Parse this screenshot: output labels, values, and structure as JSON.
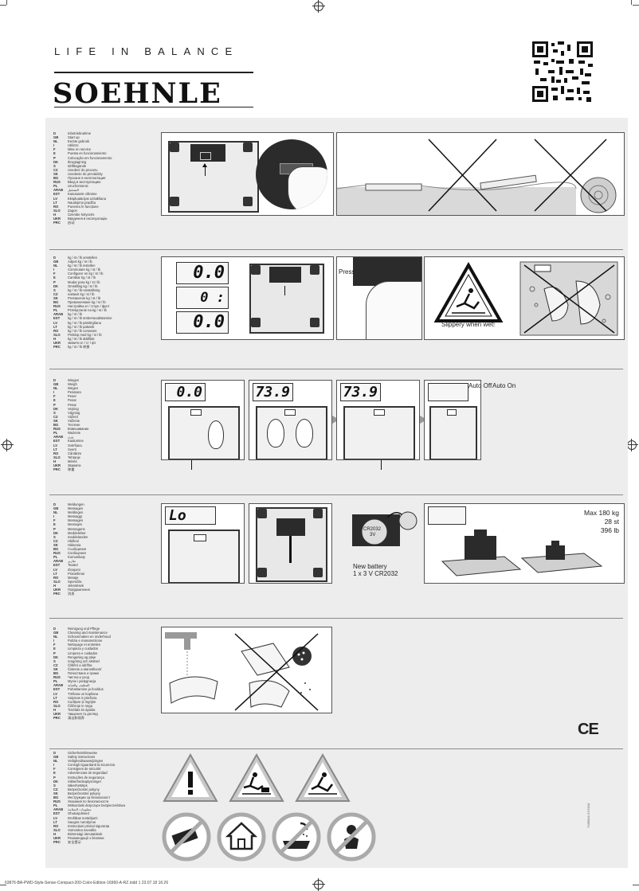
{
  "header": {
    "tagline": "LIFE IN BALANCE",
    "brand": "SOEHNLE"
  },
  "sections": [
    {
      "id": "startup",
      "languages": [
        [
          "D",
          "Inbetriebnahme"
        ],
        [
          "GB",
          "Start up"
        ],
        [
          "NL",
          "Eerste gebruik"
        ],
        [
          "I",
          "Utilizzo"
        ],
        [
          "F",
          "Mise en service"
        ],
        [
          "E",
          "Puesta en funcionamiento"
        ],
        [
          "P",
          "Colocação em funcionamento"
        ],
        [
          "DK",
          "Ibrugtagning"
        ],
        [
          "S",
          "Idrifttagande"
        ],
        [
          "CZ",
          "Uvedení do provozu"
        ],
        [
          "SK",
          "Uvedenie do prevádzky"
        ],
        [
          "BG",
          "Пускане в експлоатация"
        ],
        [
          "RUS",
          "Ввод в эксплуатацию"
        ],
        [
          "PL",
          "Uruchomienie"
        ],
        [
          "ARAB",
          "التشغيل"
        ],
        [
          "EST",
          "Kasutusele võtmine"
        ],
        [
          "LV",
          "Ekspluatācijas uzsākšana"
        ],
        [
          "LT",
          "Naudojimo pradžia"
        ],
        [
          "RO",
          "Punerea în funcțiune"
        ],
        [
          "SLO",
          "Zagon"
        ],
        [
          "H",
          "Üzembe helyezés"
        ],
        [
          "UKR",
          "Введення в експлуатацію"
        ],
        [
          "PRC",
          "启动"
        ]
      ]
    },
    {
      "id": "units",
      "languages": [
        [
          "D",
          "kg / st / lb umstellen"
        ],
        [
          "GB",
          "Adjust kg / st / lb"
        ],
        [
          "NL",
          "kg / st / lb instellen"
        ],
        [
          "I",
          "Commutare kg / st / lb"
        ],
        [
          "F",
          "Configurer en kg / st / lb"
        ],
        [
          "E",
          "Cambiar kg / st / lb"
        ],
        [
          "P",
          "Mudar para kg / st / lb"
        ],
        [
          "DK",
          "Omstilling kg / st / lb"
        ],
        [
          "S",
          "kg / st / lb-omställning"
        ],
        [
          "CZ",
          "nastavit kg / st / lb"
        ],
        [
          "SK",
          "Prestavenie kg / st / lb"
        ],
        [
          "BG",
          "Превключване kg / st / lb"
        ],
        [
          "RUS",
          "Настройка кг / стоун / фунт"
        ],
        [
          "PL",
          "Przełączanie na kg / st / lb"
        ],
        [
          "ARAB",
          "kg / st / lb"
        ],
        [
          "EST",
          "kg / st / lb ümberseadistamine"
        ],
        [
          "LV",
          "kg / st / lb pārslēgšana"
        ],
        [
          "LT",
          "kg / st / lb pakeisti"
        ],
        [
          "RO",
          "kg / st / lb comutare"
        ],
        [
          "SLO",
          "Preklop med kg / st / lb"
        ],
        [
          "H",
          "kg / st / lb átállítás"
        ],
        [
          "UKR",
          "змінити кг / ст / фт"
        ],
        [
          "PRC",
          "kg / st / lb 转换"
        ]
      ],
      "displays": [
        "0.0",
        "0 : 0.0",
        "0.0"
      ],
      "press_label": "Press",
      "warning_label": "Slippery when wet!"
    },
    {
      "id": "weighing",
      "languages": [
        [
          "D",
          "Wiegen"
        ],
        [
          "GB",
          "Weigh"
        ],
        [
          "NL",
          "Wegen"
        ],
        [
          "I",
          "Pesatura"
        ],
        [
          "F",
          "Peser"
        ],
        [
          "E",
          "Pesar"
        ],
        [
          "P",
          "Pesar"
        ],
        [
          "DK",
          "Vejning"
        ],
        [
          "S",
          "Vägning"
        ],
        [
          "CZ",
          "Vážení"
        ],
        [
          "SK",
          "Váženie"
        ],
        [
          "BG",
          "Теглене"
        ],
        [
          "RUS",
          "Взвешивание"
        ],
        [
          "PL",
          "Ważenie"
        ],
        [
          "ARAB",
          "وزن"
        ],
        [
          "EST",
          "Kaalumine"
        ],
        [
          "LV",
          "Svēršana"
        ],
        [
          "LT",
          "Sverti"
        ],
        [
          "RO",
          "Cântărire"
        ],
        [
          "SLO",
          "Tehtanje"
        ],
        [
          "H",
          "Mérés"
        ],
        [
          "UKR",
          "Зважити"
        ],
        [
          "PRC",
          "称重"
        ]
      ],
      "displays": [
        "0.0",
        "73.9",
        "73.9"
      ],
      "auto_off_label": "Auto Off",
      "auto_on_label": "Auto On"
    },
    {
      "id": "messages",
      "languages": [
        [
          "D",
          "Meldungen"
        ],
        [
          "GB",
          "Messages"
        ],
        [
          "NL",
          "Meldingen"
        ],
        [
          "I",
          "Messaggi"
        ],
        [
          "F",
          "Messages"
        ],
        [
          "E",
          "Mensajes"
        ],
        [
          "P",
          "Mensagens"
        ],
        [
          "DK",
          "Meddelelser"
        ],
        [
          "S",
          "meddelanden"
        ],
        [
          "CZ",
          "Hlášení"
        ],
        [
          "SK",
          "Hlásenia"
        ],
        [
          "BG",
          "Съобщения"
        ],
        [
          "RUS",
          "Сообщения"
        ],
        [
          "PL",
          "Komunikaty"
        ],
        [
          "ARAB",
          "تقارير"
        ],
        [
          "EST",
          "Teated"
        ],
        [
          "LV",
          "Ziņojumi"
        ],
        [
          "LT",
          "Pranešimai"
        ],
        [
          "RO",
          "Mesaje"
        ],
        [
          "SLO",
          "Sporočila"
        ],
        [
          "H",
          "Jelentések"
        ],
        [
          "UKR",
          "Повідомлення"
        ],
        [
          "PRC",
          "消息"
        ]
      ],
      "lo_display": "Lo",
      "battery_label": "New battery",
      "battery_spec": "1 x 3 V  CR2032",
      "coin_text": "CR2032",
      "coin_volt": "3V",
      "max_label": "Max 180 kg",
      "max_st": "28 st",
      "max_lb": "396 lb"
    },
    {
      "id": "cleaning",
      "languages": [
        [
          "D",
          "Reinigung und Pflege"
        ],
        [
          "GB",
          "Cleaning and maintenance"
        ],
        [
          "NL",
          "Schoonmaken en onderhoud"
        ],
        [
          "I",
          "Pulizia e manutenzione"
        ],
        [
          "F",
          "Nettoyage et entretien"
        ],
        [
          "E",
          "Limpieza y cuidados"
        ],
        [
          "P",
          "Limpeza e cuidados"
        ],
        [
          "DK",
          "Rengøring og pleje"
        ],
        [
          "S",
          "rengöring och skötsel"
        ],
        [
          "CZ",
          "Čištění a údržba"
        ],
        [
          "SK",
          "Čistenie a starostlivosť"
        ],
        [
          "BG",
          "Почистване и грижи"
        ],
        [
          "RUS",
          "Чистка и уход"
        ],
        [
          "PL",
          "Mycie i pielęgnacja"
        ],
        [
          "ARAB",
          "التنظيف والعناية"
        ],
        [
          "EST",
          "Puhastamine ja hooldus"
        ],
        [
          "LV",
          "Tīrīšana un kopšana"
        ],
        [
          "LT",
          "Valymas ir priežiūra"
        ],
        [
          "RO",
          "Curățare și îngrijire"
        ],
        [
          "SLO",
          "Čiščenje in nega"
        ],
        [
          "H",
          "Tisztítás és ápolás"
        ],
        [
          "UKR",
          "Чищення та догляд"
        ],
        [
          "PRC",
          "清洁和保养"
        ]
      ]
    },
    {
      "id": "safety",
      "languages": [
        [
          "D",
          "Sicherheitshinweise"
        ],
        [
          "GB",
          "Safety instructions"
        ],
        [
          "NL",
          "Veiligheidsaanwijzingen"
        ],
        [
          "I",
          "Consigli riguardanti la sicurezza"
        ],
        [
          "F",
          "Consignes de sécurité"
        ],
        [
          "E",
          "Advertencias de seguridad"
        ],
        [
          "P",
          "Instruções de segurança"
        ],
        [
          "DK",
          "Sikkerhedsoplysninger"
        ],
        [
          "S",
          "säkerhetstips"
        ],
        [
          "CZ",
          "Bezpečnostní pokyny"
        ],
        [
          "SK",
          "Bezpečnostné pokyny"
        ],
        [
          "BG",
          "Инструкции за безопасност"
        ],
        [
          "RUS",
          "Указания по безопасности"
        ],
        [
          "PL",
          "Wskazówki dotyczące bezpieczeństwa"
        ],
        [
          "ARAB",
          "معلومات السلامة"
        ],
        [
          "EST",
          "Ohutusjuhised"
        ],
        [
          "LV",
          "Drošības norādījumi"
        ],
        [
          "LT",
          "Saugos nurodymai"
        ],
        [
          "RO",
          "Instrucțiuni privind siguranța"
        ],
        [
          "SLO",
          "Varnostna navodila"
        ],
        [
          "H",
          "Biztonsági útmutatások"
        ],
        [
          "UKR",
          "Рекомендації з безпеки"
        ],
        [
          "PRC",
          "安全提示"
        ]
      ]
    }
  ],
  "ce_mark": "CE",
  "side_code": "728800A   07/2018",
  "footer_text": "63876-BA-PWD-Style-Sense-Compact-200-Color-Edition-16960-A-RZ.indd   1   23.07.18   16:26"
}
